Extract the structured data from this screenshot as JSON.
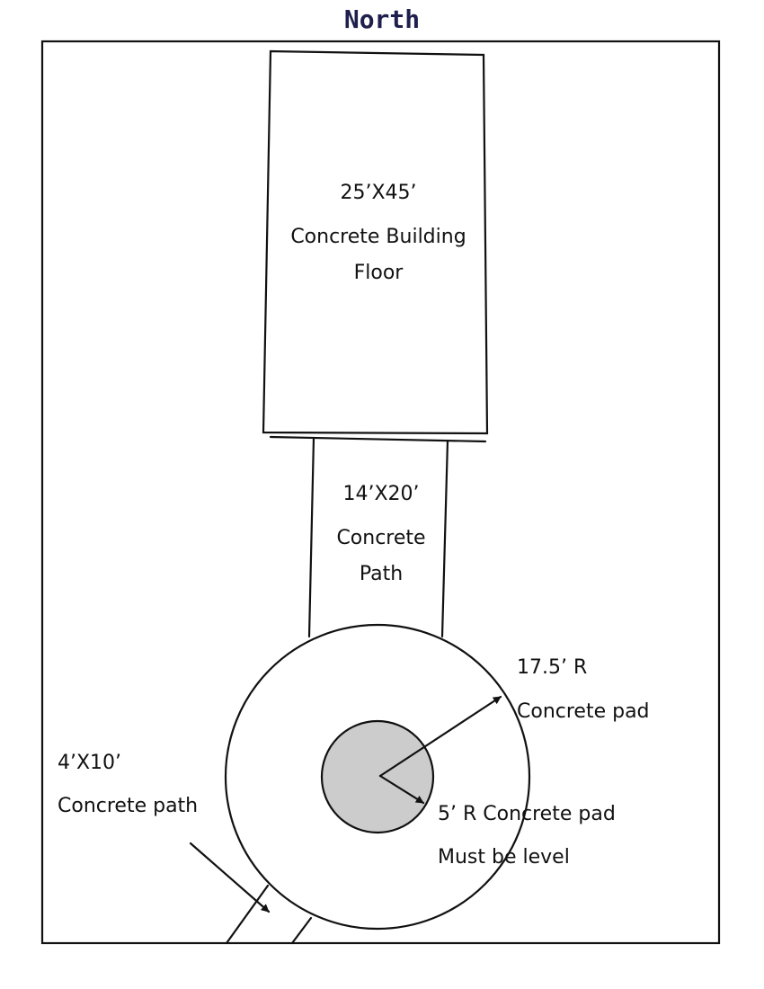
{
  "title": "North",
  "colors": {
    "title": "#1f1f4d",
    "line": "#111111",
    "inner_pad_fill": "#cccccc",
    "background": "#ffffff"
  },
  "labels": {
    "building": [
      "25’X45’",
      "Concrete Building",
      "Floor"
    ],
    "path_main": [
      "14’X20’",
      "Concrete",
      "Path"
    ],
    "outer_pad": [
      "17.5’ R",
      "Concrete pad"
    ],
    "side_path": [
      "4’X10’",
      "Concrete path"
    ],
    "inner_pad": [
      "5’ R Concrete pad",
      "Must be level"
    ]
  }
}
